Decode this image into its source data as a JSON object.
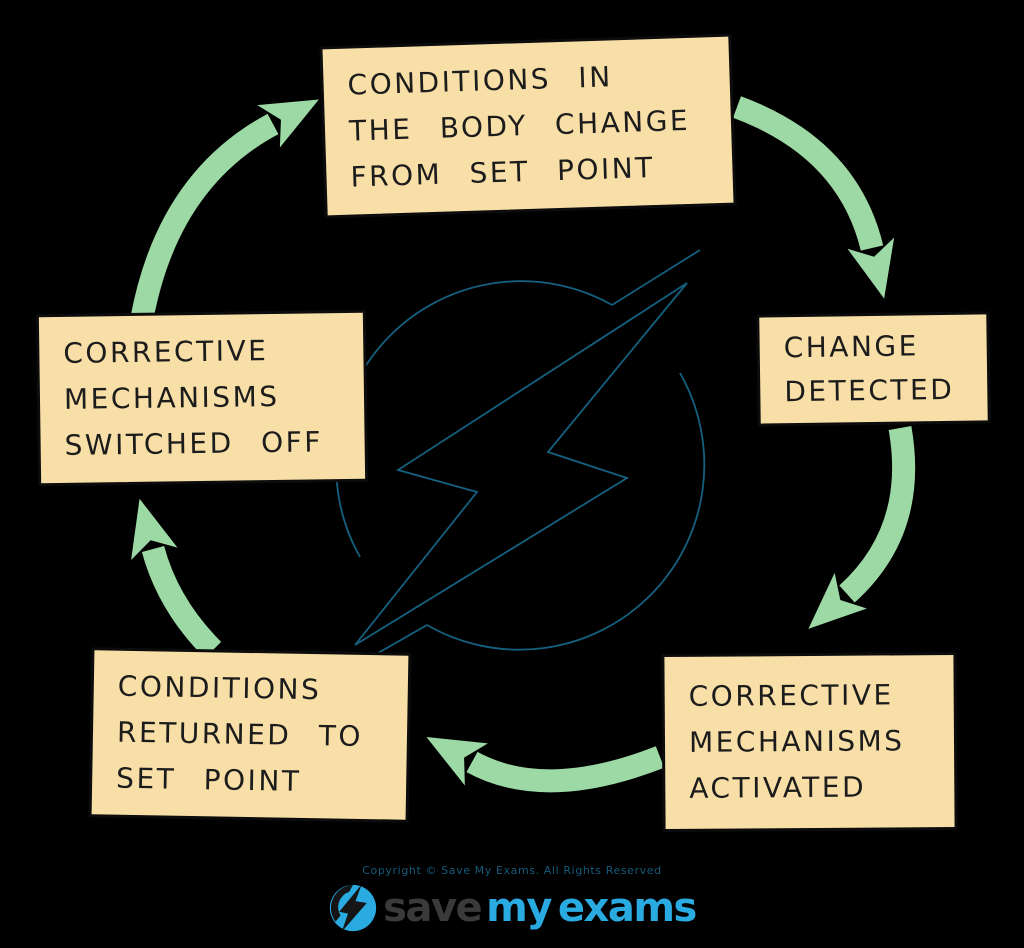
{
  "diagram": {
    "type": "cycle",
    "steps": [
      {
        "id": "conditions-change",
        "lines": [
          "CONDITIONS IN",
          "THE BODY CHANGE",
          "FROM SET POINT"
        ]
      },
      {
        "id": "change-detected",
        "lines": [
          "CHANGE",
          "DETECTED"
        ]
      },
      {
        "id": "corrective-activated",
        "lines": [
          "CORRECTIVE",
          "MECHANISMS",
          "ACTIVATED"
        ]
      },
      {
        "id": "conditions-returned",
        "lines": [
          "CONDITIONS",
          "RETURNED TO",
          "SET POINT"
        ]
      },
      {
        "id": "corrective-off",
        "lines": [
          "CORRECTIVE",
          "MECHANISMS",
          "SWITCHED OFF"
        ]
      }
    ],
    "flow": [
      {
        "from": "conditions-change",
        "to": "change-detected"
      },
      {
        "from": "change-detected",
        "to": "corrective-activated"
      },
      {
        "from": "corrective-activated",
        "to": "conditions-returned"
      },
      {
        "from": "conditions-returned",
        "to": "corrective-off"
      },
      {
        "from": "corrective-off",
        "to": "conditions-change"
      }
    ],
    "colors": {
      "background": "#000000",
      "box_fill": "#f8dfa7",
      "box_border": "#0c0c0c",
      "box_text": "#1c1c1c",
      "arrow": "#9cd9a4",
      "watermark_outline": "#15607f"
    }
  },
  "footer": {
    "copyright": "Copyright © Save My Exams. All Rights Reserved",
    "brand": {
      "part1": "save",
      "part2": "my",
      "part3": "exams"
    },
    "brand_colors": {
      "blue": "#29abe2",
      "dark": "#3a3a3a"
    }
  }
}
